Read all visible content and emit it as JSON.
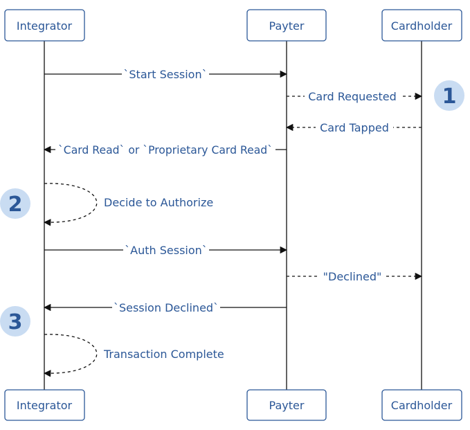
{
  "actors": {
    "integrator": "Integrator",
    "payter": "Payter",
    "cardholder": "Cardholder"
  },
  "messages": {
    "start_session": "`Start Session`",
    "card_requested": "Card Requested",
    "card_tapped": "Card Tapped",
    "card_read": "`Card Read` or `Proprietary Card Read`",
    "decide_authorize": "Decide to Authorize",
    "auth_session": "`Auth Session`",
    "declined": "\"Declined\"",
    "session_declined": "`Session Declined`",
    "transaction_complete": "Transaction Complete"
  },
  "badges": {
    "one": "1",
    "two": "2",
    "three": "3"
  },
  "colors": {
    "accent": "#2b5797",
    "badge_fill": "#c9dcf2",
    "line": "#111111"
  }
}
